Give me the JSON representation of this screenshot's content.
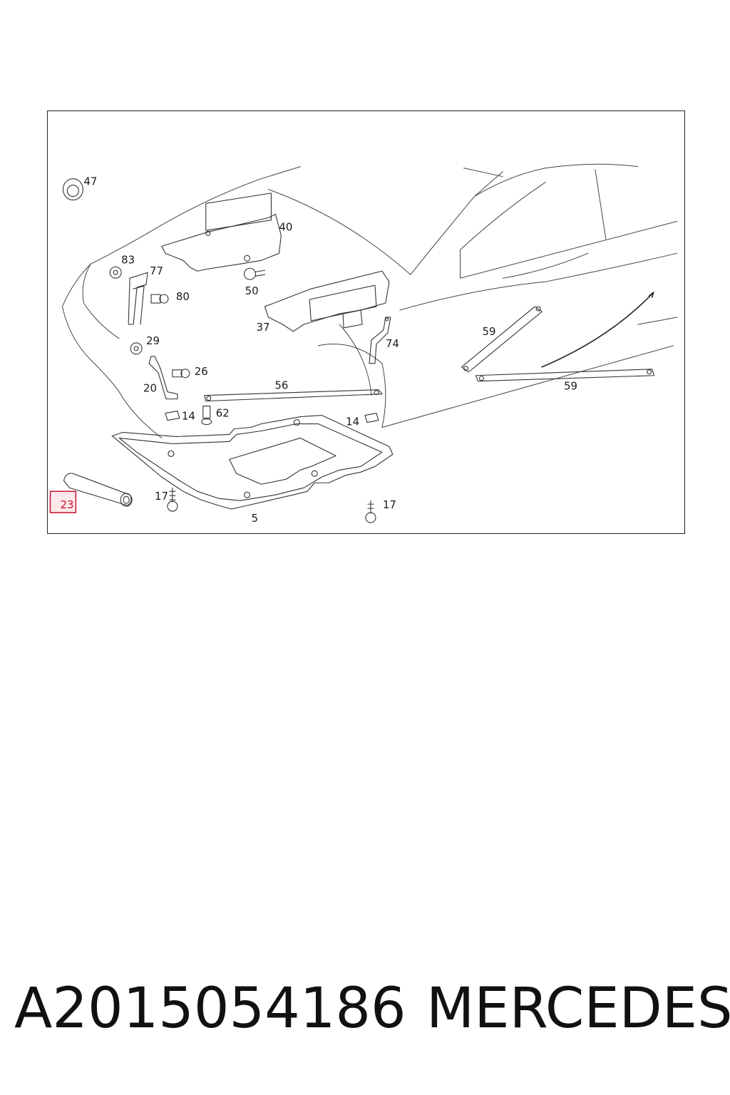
{
  "diagram": {
    "highlighted_callout": "23",
    "callouts": {
      "c47": "47",
      "c40": "40",
      "c83": "83",
      "c77": "77",
      "c80": "80",
      "c50": "50",
      "c37": "37",
      "c74": "74",
      "c59a": "59",
      "c59b": "59",
      "c29": "29",
      "c26": "26",
      "c20": "20",
      "c56": "56",
      "c14a": "14",
      "c62": "62",
      "c14b": "14",
      "c23": "23",
      "c17a": "17",
      "c17b": "17",
      "c5": "5"
    },
    "colors": {
      "line": "#333333",
      "highlight": "#c8102e",
      "highlight_fill": "#fde8ea"
    }
  },
  "footer": {
    "part_number": "A2015054186",
    "brand": "MERCEDES"
  }
}
